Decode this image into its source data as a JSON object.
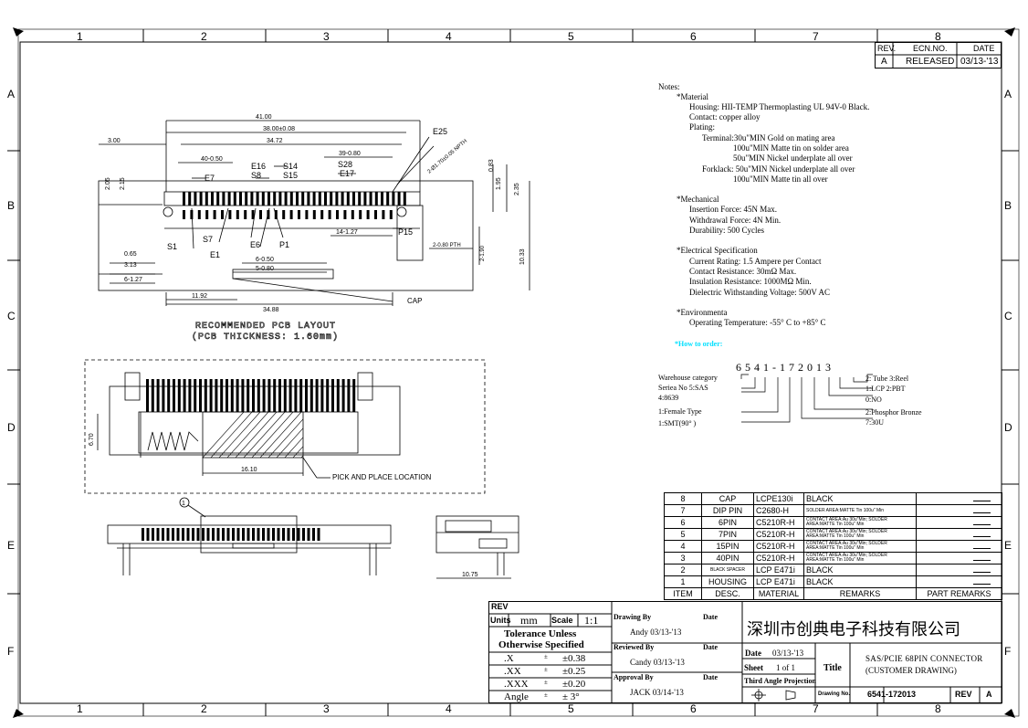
{
  "frame": {
    "columns": [
      "1",
      "2",
      "3",
      "4",
      "5",
      "6",
      "7",
      "8"
    ],
    "rows": [
      "A",
      "B",
      "C",
      "D",
      "E",
      "F"
    ]
  },
  "revision_table": {
    "headers": [
      "REV.",
      "ECN.NO.",
      "DATE"
    ],
    "row": [
      "A",
      "RELEASED",
      "03/13-'13"
    ]
  },
  "notes": {
    "title": "Notes:",
    "lines": [
      "*Material",
      "Housing: HII-TEMP Thermoplasting UL 94V-0  Black.",
      "Contact: copper alloy",
      "Plating:",
      "Terminal:30u\"MIN Gold on mating area",
      "100u\"MIN Matte tin on solder area",
      "50u\"MIN Nickel underplate all over",
      "Forklack: 50u\"MIN Nickel underplate all over",
      "100u\"MIN Matte tin all over",
      "",
      "*Mechanical",
      "Insertion Force: 45N Max.",
      "Withdrawal Force: 4N Min.",
      "Durability: 500 Cycles",
      "",
      "*Electrical Specification",
      "Current Rating: 1.5 Ampere per Contact",
      "Contact Resistance: 30mΩ Max.",
      "Insulation Resistance: 1000MΩ Min.",
      "Dielectric Withstanding Voltage: 500V AC",
      "",
      "*Environmenta",
      "Operating Temperature: -55° C to +85° C"
    ],
    "how_to_order": "*How to order:"
  },
  "order_code": {
    "code": "6541-172013",
    "left_labels": [
      "Warehouse category",
      "Seriea No 5:SAS",
      "4:8639",
      "1:Female Type",
      "1:SMT(90° )"
    ],
    "right_labels": [
      "2: Tube 3:Reel",
      "1:LCP 2:PBT",
      "0:NO",
      "2:Phosphor Bronze",
      "7:30U"
    ]
  },
  "drawing": {
    "top_dims": [
      "41.00",
      "38.00±0.08",
      "34.72",
      "3.00",
      "40-0.50",
      "39-0.80",
      "2-Ø1.70±0.05 NPTH",
      "E25",
      "E7",
      "E16",
      "S8",
      "S14",
      "S15",
      "S28",
      "E17",
      "2.05",
      "2.15",
      "0.83",
      "1.95",
      "2.35",
      "S1",
      "S7",
      "E1",
      "E6",
      "P1",
      "P15",
      "14-1.27",
      "2-0.80 PTH",
      "6-0.50",
      "5-0.80",
      "0.65",
      "3.13",
      "6-1.27",
      "11.92",
      "34.88",
      "CAP",
      "2-1.90",
      "10.33"
    ],
    "pcb_title": "RECOMMENDED PCB LAYOUT",
    "pcb_subtitle": "(PCB THICKNESS: 1.60mm)",
    "mid_dims": [
      "6.70",
      "16.10",
      "PICK AND PLACE LOCATION",
      "10.75"
    ],
    "numbered_part": "1"
  },
  "bom": {
    "headers": [
      "ITEM",
      "DESC.",
      "MATERIAL",
      "REMARKS",
      "PART REMARKS"
    ],
    "rows": [
      {
        "item": "8",
        "desc": "CAP",
        "material": "LCPE130i",
        "remarks": "BLACK",
        "small": false
      },
      {
        "item": "7",
        "desc": "DIP PIN",
        "material": "C2680-H",
        "remarks": "SOLDER AREA:MATTE Tin 100u\" Min",
        "small": true
      },
      {
        "item": "6",
        "desc": "6PIN",
        "material": "C5210R-H",
        "remarks": "CONTACT AREA:Au 30u\"Min; SOLDER AREA:MATTE Tin 100u\" Min",
        "small": true
      },
      {
        "item": "5",
        "desc": "7PIN",
        "material": "C5210R-H",
        "remarks": "CONTACT AREA:Au 30u\"Min; SOLDER AREA:MATTE Tin 100u\" Min",
        "small": true
      },
      {
        "item": "4",
        "desc": "15PIN",
        "material": "C5210R-H",
        "remarks": "CONTACT AREA:Au 30u\"Min; SOLDER AREA:MATTE Tin 100u\" Min",
        "small": true
      },
      {
        "item": "3",
        "desc": "40PIN",
        "material": "C5210R-H",
        "remarks": "CONTACT AREA:Au 30u\"Min; SOLDER AREA:MATTE Tin 100u\" Min",
        "small": true
      },
      {
        "item": "2",
        "desc": "BLACK SPACER",
        "material": "LCP E471i",
        "remarks": "BLACK",
        "small": false
      },
      {
        "item": "1",
        "desc": "HOUSING",
        "material": "LCP E471i",
        "remarks": "BLACK",
        "small": false
      }
    ]
  },
  "title_block": {
    "rev_label": "REV",
    "units_label": "Units",
    "units_value": "mm",
    "scale_label": "Scale",
    "scale_value": "1:1",
    "tolerance_title_1": "Tolerance Unless",
    "tolerance_title_2": "Otherwise Specified",
    "tolerances": [
      {
        "label": ".X",
        "sym": "±",
        "value": "±0.38"
      },
      {
        "label": ".XX",
        "sym": "±",
        "value": "±0.25"
      },
      {
        "label": ".XXX",
        "sym": "±",
        "value": "±0.20"
      },
      {
        "label": "Angle",
        "sym": "±",
        "value": "± 3°"
      }
    ],
    "drawn_by_label": "Drawing By",
    "drawn_by": "Andy 03/13-'13",
    "reviewed_by_label": "Reviewed By",
    "reviewed_by": "Candy 03/13-'13",
    "approval_by_label": "Approval By",
    "approval_by": "JACK 03/14-'13",
    "date_label": "Date",
    "company": "深圳市创典电子科技有限公司",
    "date_value": "03/13-'13",
    "sheet_label": "Sheet",
    "sheet_value": "1 of 1",
    "projection": "Third Angle Projection",
    "title_label": "Title",
    "title_1": "SAS/PCIE 68PIN CONNECTOR",
    "title_2": "(CUSTOMER DRAWING)",
    "drawing_no_label": "Drawing No.",
    "drawing_no": "6541-172013",
    "rev_code_label": "REV",
    "rev_code": "A"
  },
  "colors": {
    "line": "#000000",
    "accent_cyan": "#00e0ff"
  }
}
